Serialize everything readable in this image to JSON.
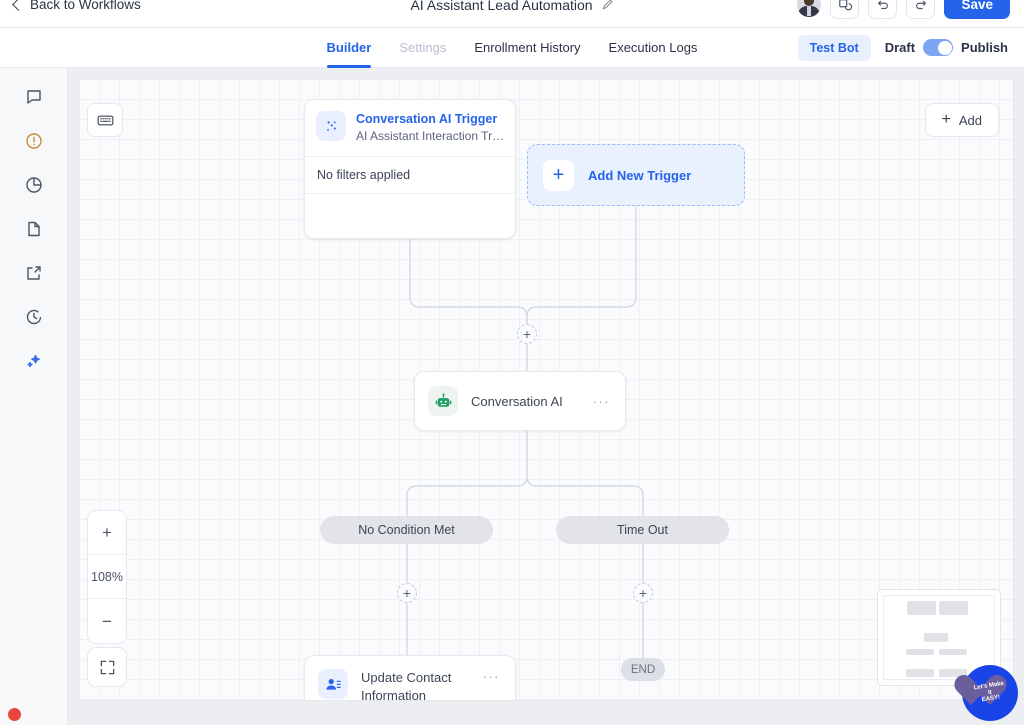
{
  "topbar": {
    "back_label": "Back to Workflows",
    "workflow_title": "AI Assistant Lead Automation",
    "edit_icon": "pencil-icon",
    "avatar": "user-avatar",
    "icon_buttons": [
      {
        "name": "copy-icon"
      },
      {
        "name": "undo-icon"
      },
      {
        "name": "redo-icon"
      }
    ],
    "save_label": "Save"
  },
  "tabbar": {
    "tabs": [
      {
        "label": "Builder",
        "state": "active"
      },
      {
        "label": "Settings",
        "state": "disabled"
      },
      {
        "label": "Enrollment History",
        "state": "normal"
      },
      {
        "label": "Execution Logs",
        "state": "normal"
      }
    ],
    "test_bot_label": "Test Bot",
    "draft_label": "Draft",
    "publish_label": "Publish",
    "toggle_state": "on"
  },
  "rail": {
    "items": [
      {
        "name": "chat-icon"
      },
      {
        "name": "alert-icon"
      },
      {
        "name": "pie-chart-icon"
      },
      {
        "name": "document-icon"
      },
      {
        "name": "external-link-icon"
      },
      {
        "name": "history-clock-icon"
      },
      {
        "name": "sparkles-icon"
      }
    ]
  },
  "canvas": {
    "keyboard_button": "keyboard-shortcuts-icon",
    "add_button_label": "Add",
    "zoom_level": "108%",
    "zoom_in_symbol": "+",
    "zoom_out_symbol": "−",
    "fit_button": "fit-to-screen-icon",
    "plus_symbol": "+"
  },
  "nodes": {
    "trigger": {
      "icon": "ai-sparkle-icon",
      "title": "Conversation AI Trigger",
      "subtitle": "AI Assistant Interaction Trig...",
      "filters_text": "No filters applied"
    },
    "add_new_trigger": {
      "label": "Add New Trigger",
      "plus": "+"
    },
    "conversation_ai": {
      "icon": "robot-icon",
      "label": "Conversation AI",
      "menu": "···"
    },
    "branch_left_label": "No Condition Met",
    "branch_right_label": "Time Out",
    "end_label": "END",
    "update_contact": {
      "icon": "contact-icon",
      "label": "Update Contact Information",
      "menu": "···"
    }
  },
  "minimap": {
    "name": "minimap"
  },
  "badge": {
    "line1": "Let's Make",
    "line2": "It",
    "line3": "EASY!"
  },
  "colors": {
    "accent": "#2563eb",
    "canvas": "#fafbfc",
    "grid": "#eef0f4",
    "pill": "#e2e4e9",
    "badge": "#1945e8"
  }
}
